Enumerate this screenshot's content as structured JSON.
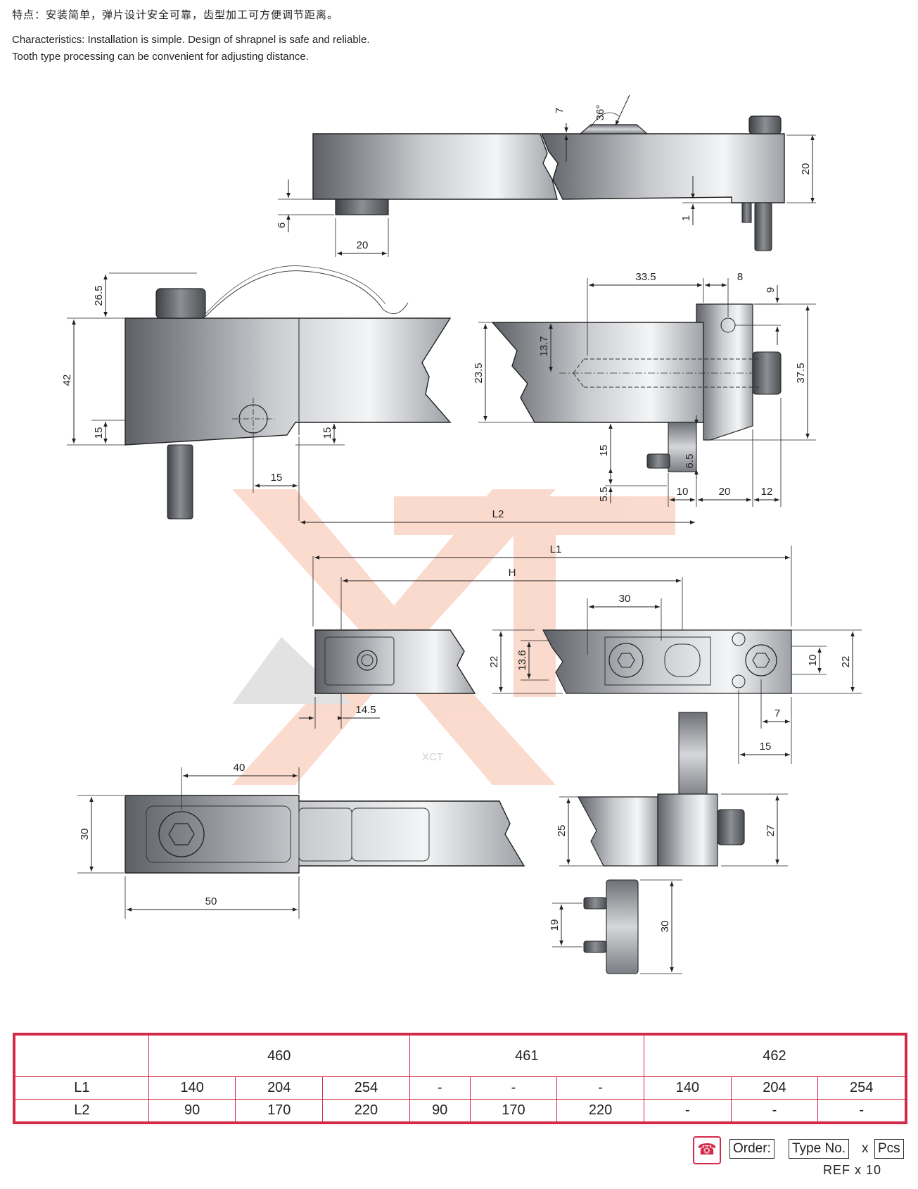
{
  "header": {
    "feature_zh": "特点：安装简单，弹片设计安全可靠，齿型加工可方便调节距离。",
    "line1": "Characteristics: Installation is simple. Design of shrapnel is safe and reliable.",
    "line2": "Tooth type processing can be convenient for adjusting distance."
  },
  "watermark": "XCT",
  "dims": {
    "top_7": "7",
    "top_36": "36°",
    "top_20": "20",
    "top_6": "6",
    "top_20b": "20",
    "top_1": "1",
    "l_26_5": "26.5",
    "l_42": "42",
    "l_15a": "15",
    "l_15b": "15",
    "l_15c": "15",
    "r_33_5": "33.5",
    "r_8": "8",
    "r_9": "9",
    "r_13_7": "13.7",
    "r_23_5": "23.5",
    "r_37_5": "37.5",
    "r_15": "15",
    "r_6_5": "6.5",
    "r_5_5": "5.5",
    "r_10": "10",
    "r_20": "20",
    "r_12": "12",
    "L2": "L2",
    "L1": "L1",
    "H": "H",
    "p_30": "30",
    "p_22a": "22",
    "p_13_6": "13.6",
    "p_10": "10",
    "p_22b": "22",
    "p_14_5": "14.5",
    "p_7": "7",
    "p_15": "15",
    "b_40": "40",
    "b_30": "30",
    "b_50": "50",
    "b_25": "25",
    "b_27": "27",
    "b_19": "19",
    "b_30b": "30"
  },
  "table": {
    "groups": [
      "460",
      "461",
      "462"
    ],
    "rows": [
      {
        "label": "L1",
        "values": [
          "140",
          "204",
          "254",
          "-",
          "-",
          "-",
          "140",
          "204",
          "254"
        ]
      },
      {
        "label": "L2",
        "values": [
          "90",
          "170",
          "220",
          "90",
          "170",
          "220",
          "-",
          "-",
          "-"
        ]
      }
    ]
  },
  "order": {
    "order_label": "Order:",
    "type_label": "Type No.",
    "x": "x",
    "pcs_label": "Pcs",
    "ref_line": "REF  x  10"
  }
}
